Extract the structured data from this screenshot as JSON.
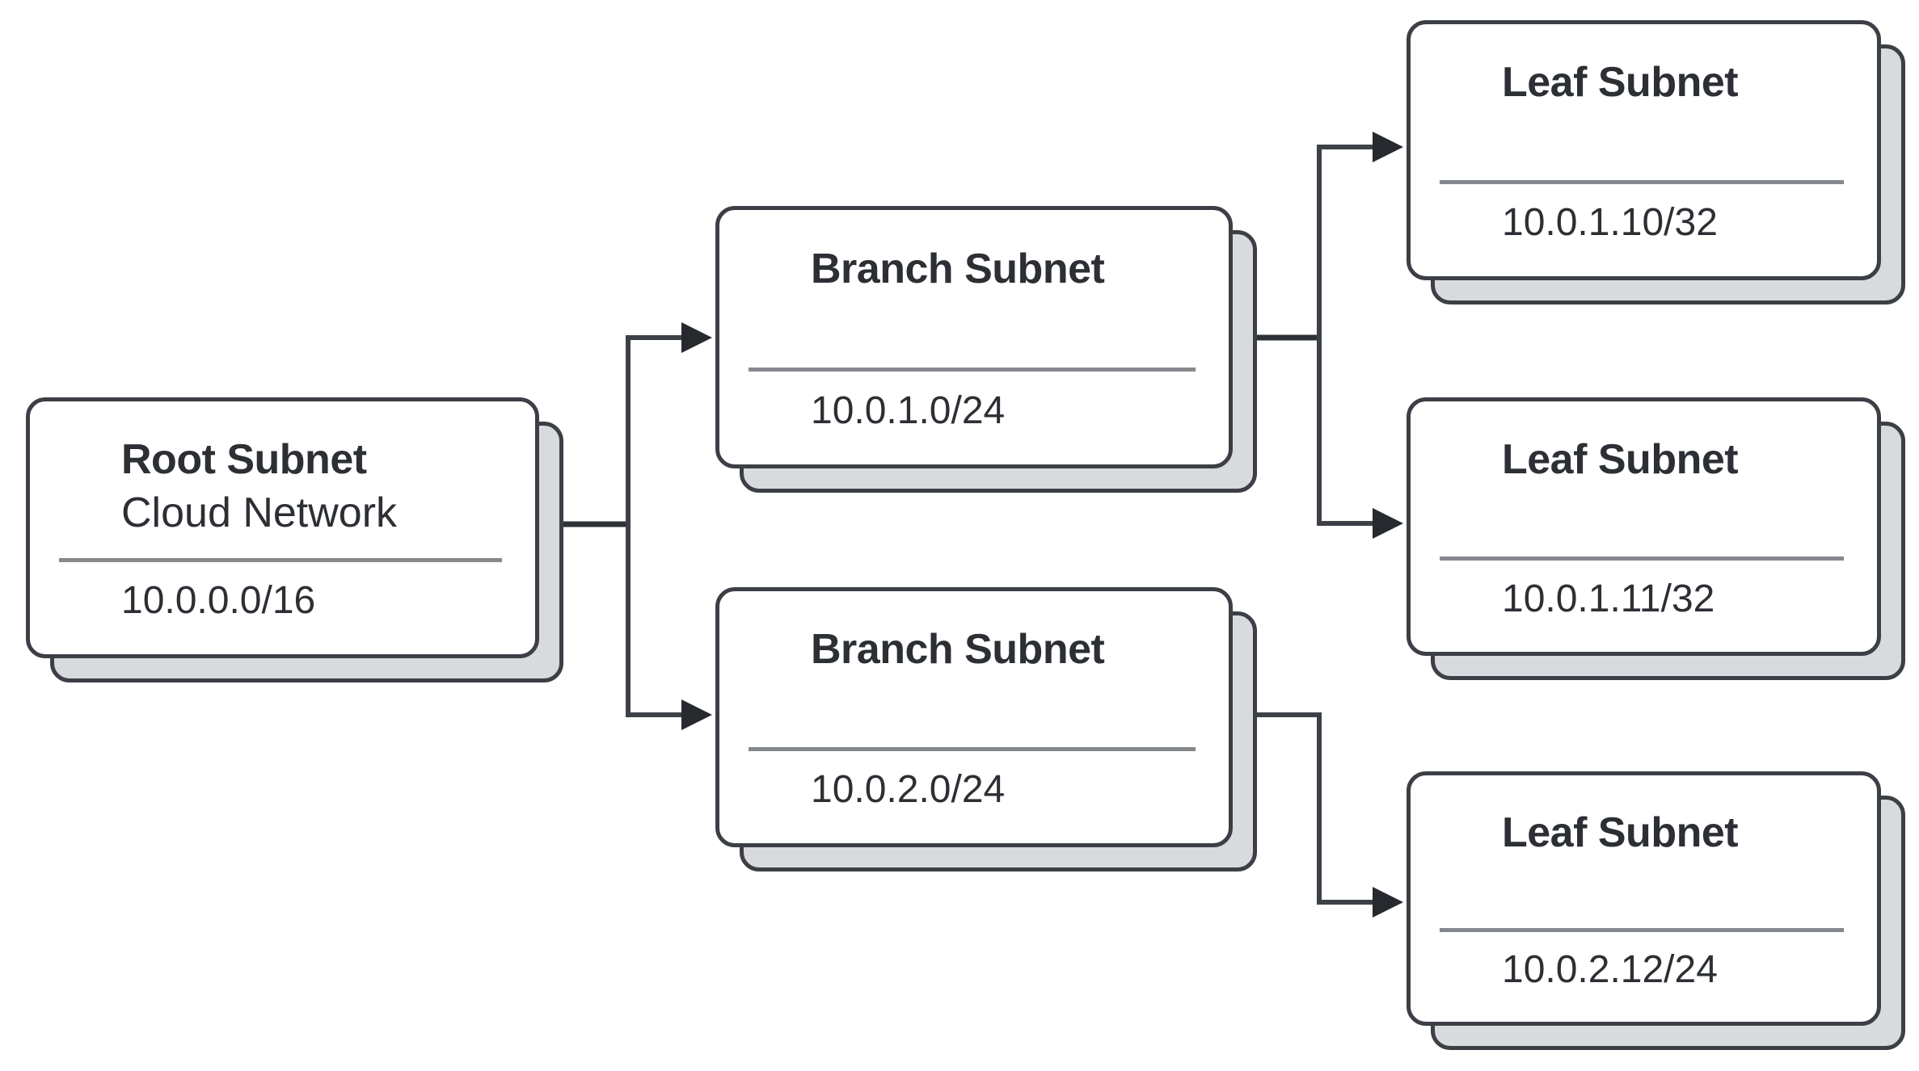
{
  "diagram": {
    "kind": "subnet-hierarchy-diagram",
    "background_color": "#ffffff",
    "colors": {
      "card_fill": "#ffffff",
      "card_border": "#3c3f45",
      "card_shadow_fill": "#d8dadd",
      "divider": "#85888c",
      "text": "#2c2f34",
      "connector": "#3d4046",
      "arrowhead": "#26292e"
    },
    "nodes": {
      "root": {
        "title": "Root Subnet",
        "subtitle": "Cloud Network",
        "cidr": "10.0.0.0/16"
      },
      "branch1": {
        "title": "Branch Subnet",
        "cidr": "10.0.1.0/24"
      },
      "branch2": {
        "title": "Branch Subnet",
        "cidr": "10.0.2.0/24"
      },
      "leaf1": {
        "title": "Leaf Subnet",
        "cidr": "10.0.1.10/32"
      },
      "leaf2": {
        "title": "Leaf Subnet",
        "cidr": "10.0.1.11/32"
      },
      "leaf3": {
        "title": "Leaf Subnet",
        "cidr": "10.0.2.12/24"
      }
    },
    "edges": [
      {
        "from": "root",
        "to": "branch1"
      },
      {
        "from": "root",
        "to": "branch2"
      },
      {
        "from": "branch1",
        "to": "leaf1"
      },
      {
        "from": "branch1",
        "to": "leaf2"
      },
      {
        "from": "branch2",
        "to": "leaf3"
      }
    ]
  }
}
